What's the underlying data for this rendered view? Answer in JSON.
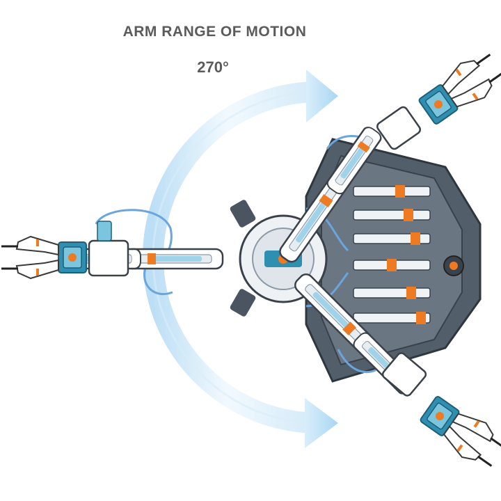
{
  "diagram": {
    "title": "ARM RANGE OF MOTION",
    "angle_label": "270°"
  },
  "colors": {
    "arrow_light": "#e4f3fc",
    "arrow_dark": "#b9ddf5",
    "title_text": "#5b5b5b",
    "frame_gray": "#4a5561",
    "arm_white": "#ffffff",
    "joint_teal": "#2f8fb0",
    "accent_orange": "#ee7a22",
    "hose_blue": "#6aa6dc"
  },
  "icons": {
    "rotation_arrow": "curved-arrow-icon",
    "arms": [
      "robotic-arm-top-position",
      "robotic-arm-left-position",
      "robotic-arm-bottom-position"
    ],
    "base": "hydraulic-base-frame"
  }
}
